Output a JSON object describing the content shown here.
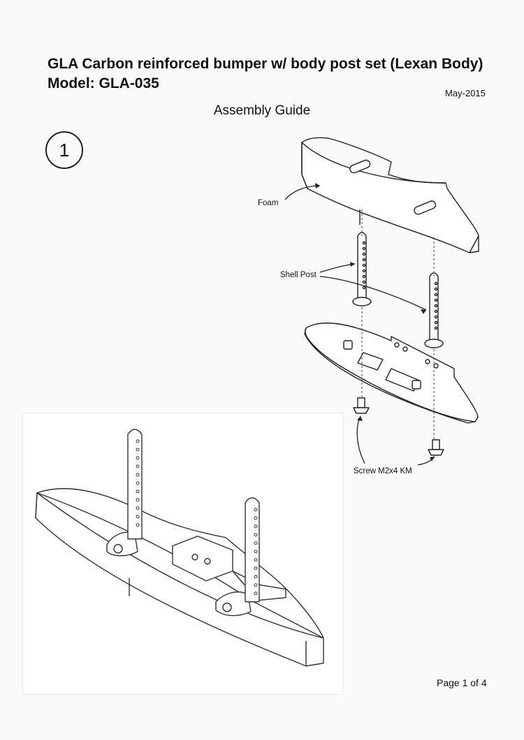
{
  "document": {
    "title_line1": "GLA Carbon reinforced bumper w/ body post set (Lexan Body)",
    "title_line2": "Model: GLA-035",
    "date": "May-2015",
    "subtitle": "Assembly Guide",
    "step_number": "1",
    "page_label": "Page 1 of 4"
  },
  "exploded_view": {
    "labels": {
      "foam": "Foam",
      "shell_post": "Shell Post",
      "screw": "Screw M2x4 KM"
    }
  }
}
